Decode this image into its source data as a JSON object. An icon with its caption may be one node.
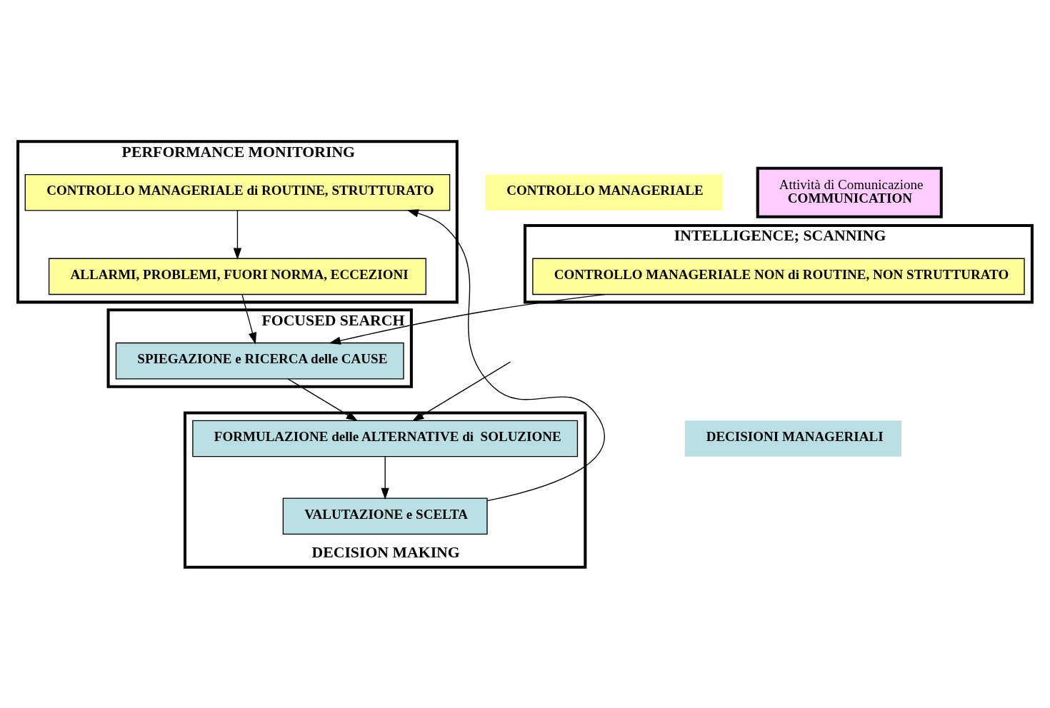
{
  "diagram": {
    "nodes": [
      {
        "text": [
          "PERFORMANCE MONITORING"
        ]
      },
      {
        "text": [
          "CONTROLLO MANAGERIALE di ROUTINE, STRUTTURATO"
        ],
        "in": 0
      },
      {
        "text": [
          "ALLARMI, PROBLEMI, FUORI NORMA, ECCEZIONI"
        ],
        "in": 0
      },
      {
        "text": [
          "INTELLIGENCE; SCANNING"
        ]
      },
      {
        "text": [
          "CONTROLLO MANAGERIALE NON di ROUTINE, NON STRUTTURATO"
        ],
        "in": 3
      },
      {
        "text": [
          "FOCUSED SEARCH"
        ]
      },
      {
        "text": [
          "SPIEGAZIONE e RICERCA delle CAUSE"
        ],
        "in": 5
      },
      {
        "text": [
          "DECISION MAKING"
        ]
      },
      {
        "text": [
          "FORMULAZIONE delle ALTERNATIVE di  SOLUZIONE"
        ],
        "in": 7
      },
      {
        "text": [
          "VALUTAZIONE e SCELTA"
        ],
        "in": 7
      },
      {
        "text": [
          "CONTROLLO MANAGERIALE"
        ]
      },
      {
        "text": [
          "DECISIONI MANAGERIALI"
        ]
      },
      {
        "text": [
          "Attività di Comunicazione",
          "COMMUNICATION"
        ]
      }
    ],
    "edges": [
      {
        "from": 1,
        "to": 2,
        "arrow": "to"
      },
      {
        "from": 2,
        "to": 6,
        "arrow": "to"
      },
      {
        "from": 4,
        "to": 6,
        "arrow": "to"
      },
      {
        "from": null,
        "to": 8,
        "arrow": "to"
      },
      {
        "from": 6,
        "to": 8,
        "arrow": "to"
      },
      {
        "from": 8,
        "to": 9,
        "arrow": "to"
      },
      {
        "from": 9,
        "to": 1,
        "arrow": "to"
      }
    ]
  }
}
